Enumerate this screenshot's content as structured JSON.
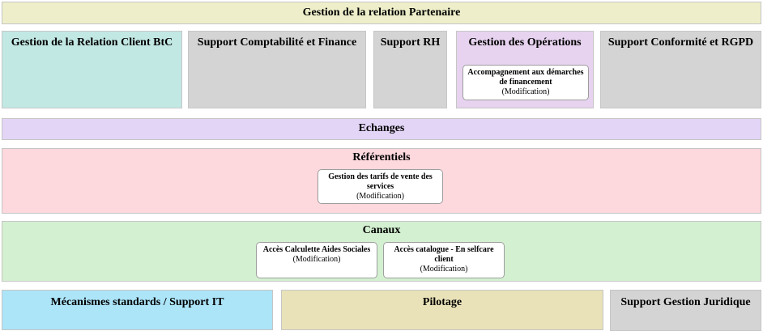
{
  "header": {
    "title": "Gestion de la relation Partenaire"
  },
  "capabilities": {
    "items": [
      {
        "label": "Gestion de la Relation Client BtC"
      },
      {
        "label": "Support Comptabilité et Finance"
      },
      {
        "label": "Support RH"
      },
      {
        "label": "Gestion des Opérations",
        "sub": {
          "title": "Accompagnement aux démarches de financement",
          "status": "(Modification)"
        }
      },
      {
        "label": "Support Conformité et RGPD"
      }
    ]
  },
  "bands": {
    "echanges": {
      "label": "Echanges"
    },
    "referentiels": {
      "label": "Référentiels",
      "sub": {
        "title": "Gestion des tarifs de vente des services",
        "status": "(Modification)"
      }
    },
    "canaux": {
      "label": "Canaux",
      "sub1": {
        "title": "Accès Calculette Aides Sociales",
        "status": "(Modification)"
      },
      "sub2": {
        "title": "Accès catalogue - En selfcare client",
        "status": "(Modification)"
      }
    }
  },
  "footer": {
    "items": [
      {
        "label": "Mécanismes standards / Support IT"
      },
      {
        "label": "Pilotage"
      },
      {
        "label": "Support Gestion Juridique"
      }
    ]
  },
  "colors": {
    "header_bg": "#eeefca",
    "client_btc_bg": "#c2e8e4",
    "gray_bg": "#d4d4d4",
    "operations_bg": "#e7d3ef",
    "echanges_bg": "#e3d5f6",
    "referentiels_bg": "#fdd8dd",
    "canaux_bg": "#d3f0d0",
    "it_bg": "#ace4f8",
    "pilotage_bg": "#e9e2b8",
    "subbox_bg": "#ffffff",
    "border": "#c6c6c6",
    "text": "#000000"
  }
}
